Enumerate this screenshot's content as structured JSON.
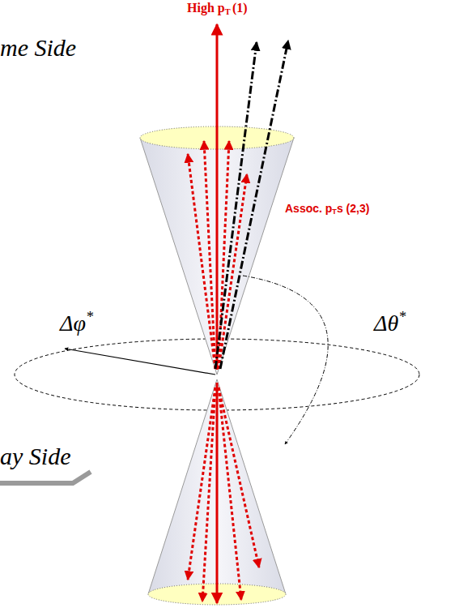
{
  "diagram": {
    "labels": [
      "High p",
      "T",
      "(1)",
      "me Side",
      "Assoc. p",
      "T",
      "s (2,3)",
      "Δφ",
      "*",
      "Δθ",
      "*",
      "ay Side"
    ]
  }
}
